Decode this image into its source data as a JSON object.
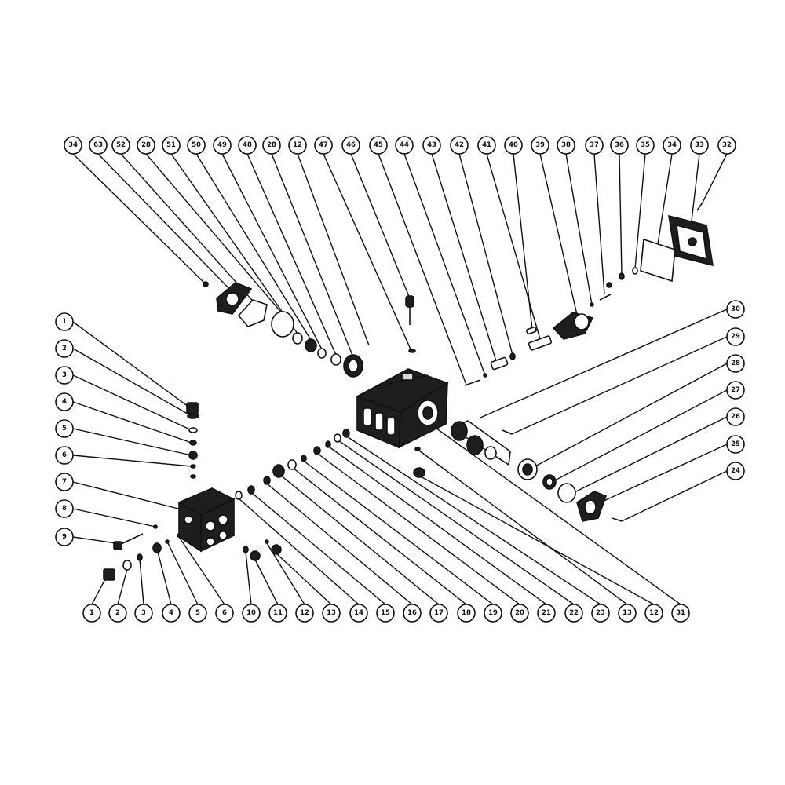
{
  "colors": {
    "ink": "#111111",
    "part_dark": "#1e1e1e",
    "background": "#ffffff"
  },
  "callouts_top": [
    "34",
    "63",
    "52",
    "28",
    "51",
    "50",
    "49",
    "48",
    "28",
    "12",
    "47",
    "46",
    "45",
    "44",
    "43",
    "42",
    "41",
    "40",
    "39",
    "38",
    "37",
    "36",
    "35",
    "34",
    "33",
    "32"
  ],
  "callouts_left": [
    "1",
    "2",
    "3",
    "4",
    "5",
    "6",
    "7",
    "8",
    "9"
  ],
  "callouts_bottom": [
    "1",
    "2",
    "3",
    "4",
    "5",
    "6",
    "10",
    "11",
    "12",
    "13",
    "14",
    "15",
    "16",
    "17",
    "18",
    "19",
    "20",
    "21",
    "22",
    "23",
    "13",
    "12",
    "31"
  ],
  "callouts_right": [
    "30",
    "29",
    "28",
    "27",
    "26",
    "25",
    "24"
  ]
}
